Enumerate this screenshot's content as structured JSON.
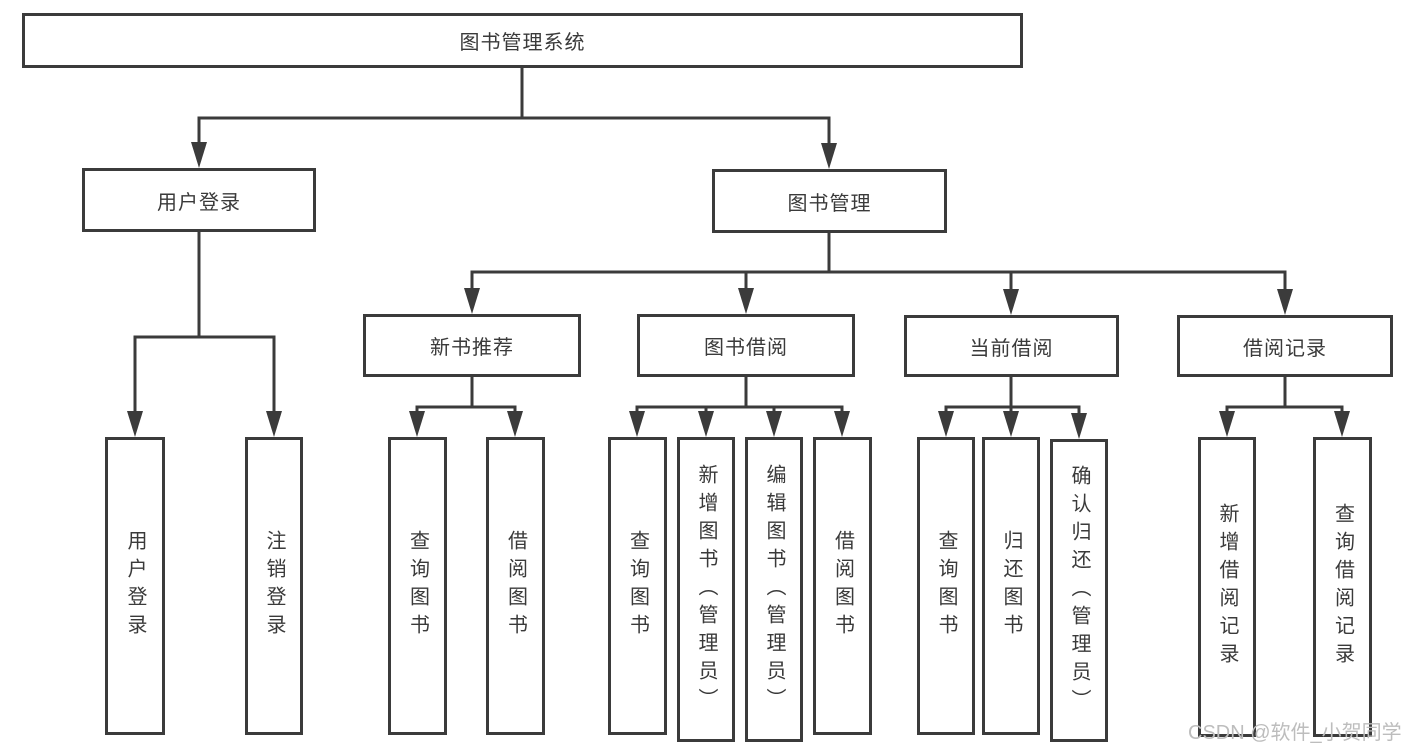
{
  "tree": {
    "root": "图书管理系统",
    "branches": [
      {
        "label": "用户登录",
        "children": [
          "用户登录",
          "注销登录"
        ]
      },
      {
        "label": "图书管理",
        "groups": [
          {
            "label": "新书推荐",
            "children": [
              "查询图书",
              "借阅图书"
            ]
          },
          {
            "label": "图书借阅",
            "children": [
              "查询图书",
              "新增图书（管理员）",
              "编辑图书（管理员）",
              "借阅图书"
            ]
          },
          {
            "label": "当前借阅",
            "children": [
              "查询图书",
              "归还图书",
              "确认归还（管理员）"
            ]
          },
          {
            "label": "借阅记录",
            "children": [
              "新增借阅记录",
              "查询借阅记录"
            ]
          }
        ]
      }
    ]
  },
  "watermark": {
    "text": "CSDN @软件_小贺同学"
  },
  "colors": {
    "line": "#3b3b3b",
    "box_border": "#3b3b3b",
    "text": "#3a3a3a",
    "watermark": "#bdbdbd",
    "background": "#ffffff"
  }
}
